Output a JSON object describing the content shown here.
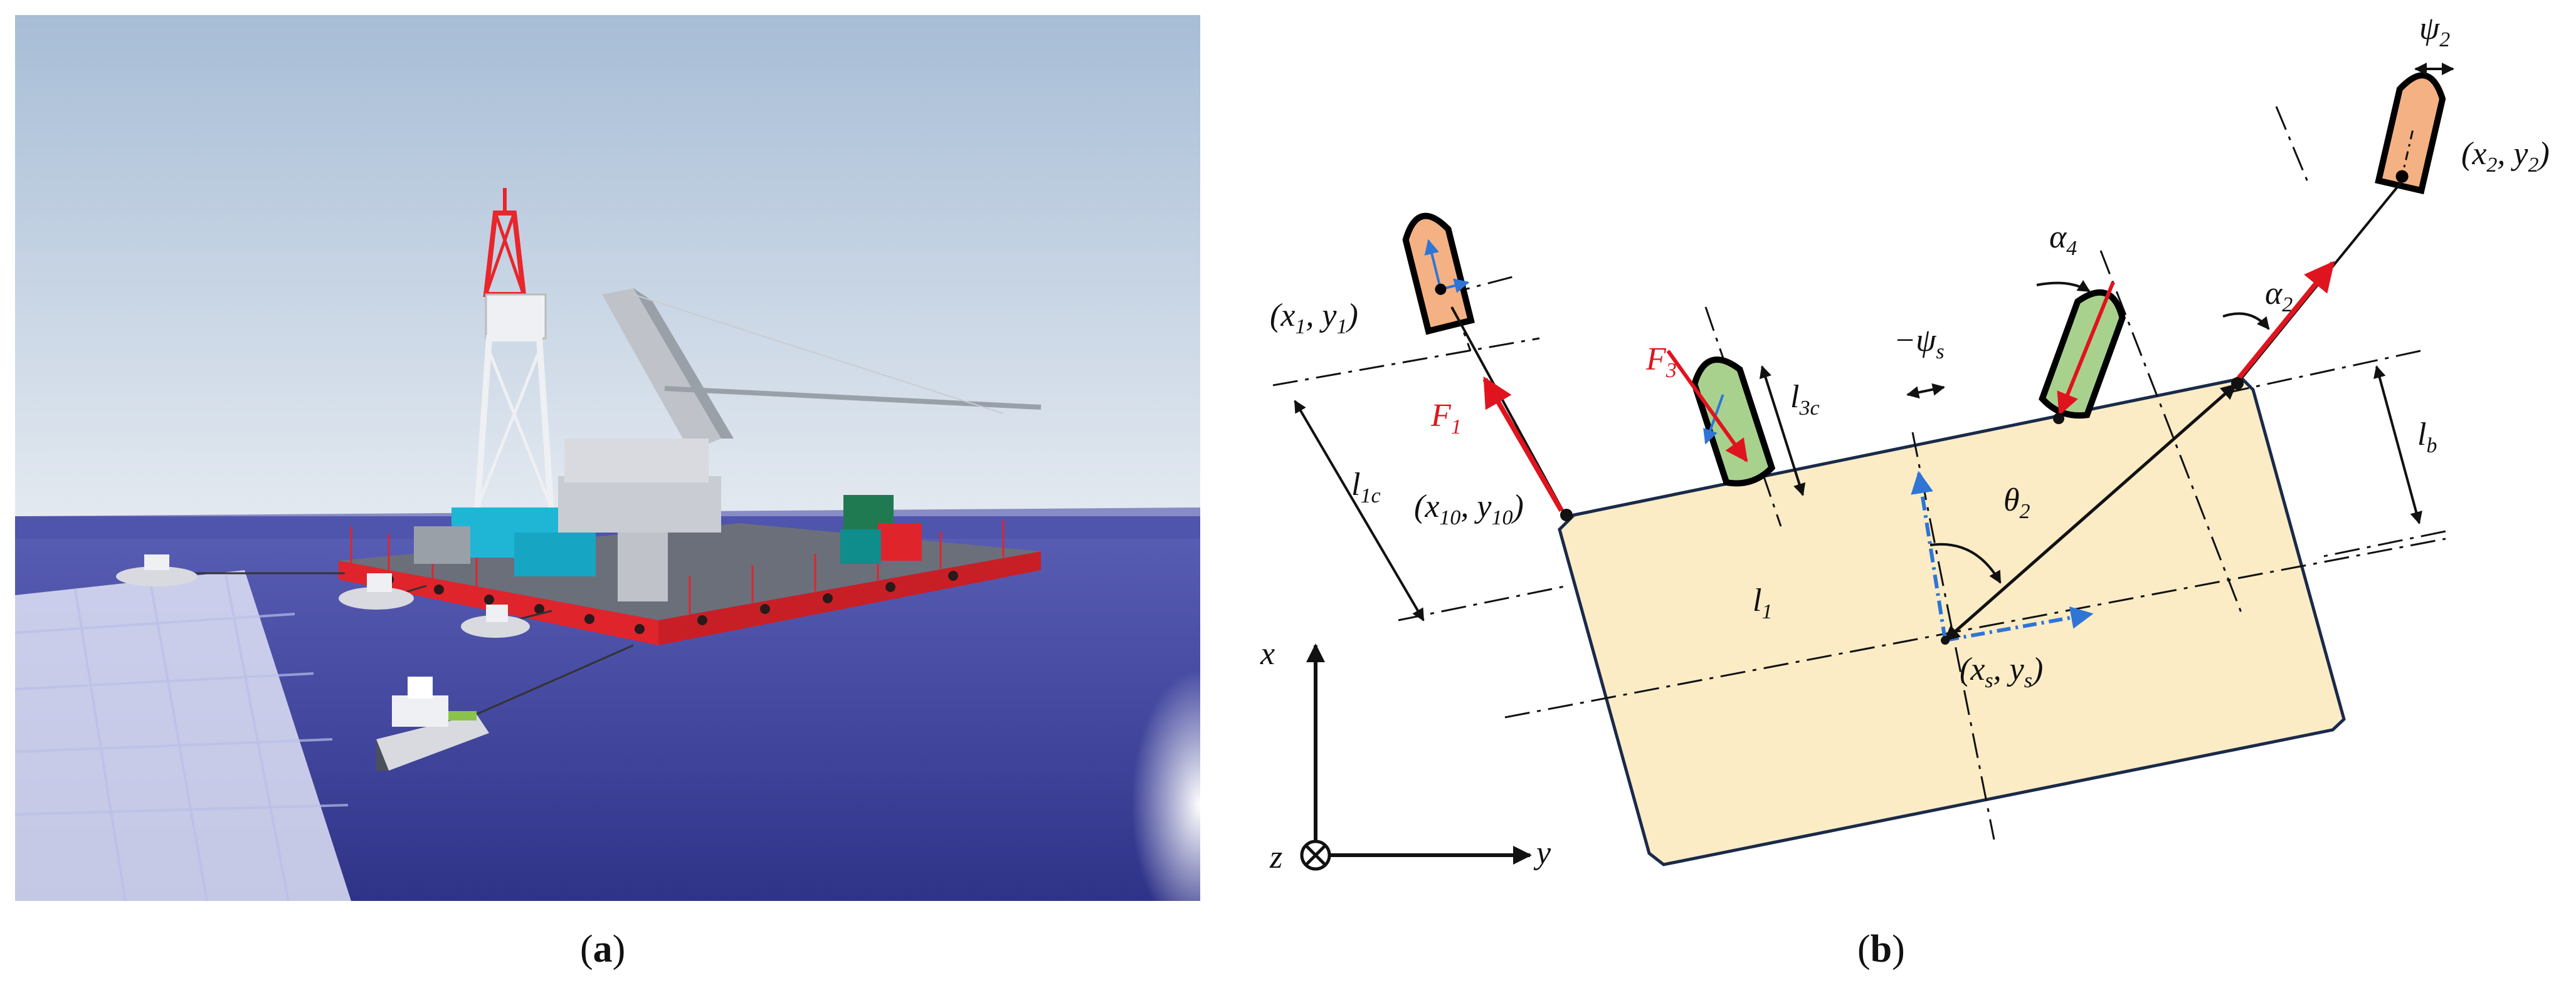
{
  "captions": {
    "a": {
      "open": "(",
      "letter": "a",
      "close": ")"
    },
    "b": {
      "open": "(",
      "letter": "b",
      "close": ")"
    }
  },
  "diagram": {
    "labels": {
      "tug1_pos": {
        "t1": "(x",
        "s1": "1",
        "t2": ", y",
        "s2": "1",
        "t3": ")"
      },
      "tug2_pos": {
        "t1": "(x",
        "s1": "2",
        "t2": ", y",
        "s2": "2",
        "t3": ")"
      },
      "attach1": {
        "t1": "(x",
        "s1": "10",
        "t2": ", y",
        "s2": "10",
        "t3": ")"
      },
      "center": {
        "t1": "(x",
        "s1": "s",
        "t2": ", y",
        "s2": "s",
        "t3": ")"
      },
      "force1": {
        "main": "F",
        "sub": "1"
      },
      "force3": {
        "main": "F",
        "sub": "3"
      },
      "l1c": {
        "main": "l",
        "sub": "1c"
      },
      "l3c": {
        "main": "l",
        "sub": "3c"
      },
      "lb": {
        "main": "l",
        "sub": "b"
      },
      "l1": {
        "main": "l",
        "sub": "1"
      },
      "alpha4": {
        "main": "α",
        "sub": "4"
      },
      "alpha2": {
        "main": "α",
        "sub": "2"
      },
      "theta2": {
        "main": "θ",
        "sub": "2"
      },
      "psi2": {
        "main": "ψ",
        "sub": "2"
      },
      "neg_psi_s": {
        "main": "−ψ",
        "sub": "s"
      },
      "axis_x": "x",
      "axis_y": "y",
      "axis_z": "z"
    },
    "colors": {
      "barge_fill": "#fbecc6",
      "barge_stroke": "#1a2a4a",
      "tug_orange": "#f4b183",
      "tug_green": "#a9d18e",
      "force_red": "#e0141e",
      "body_axis_blue": "#2e75d6"
    }
  },
  "scene": {
    "colors": {
      "sky_top": "#a7bdd6",
      "sky_bottom": "#dfe6ee",
      "sea": "#3b3f99",
      "hull_red": "#e0242c",
      "crane": "#bfc3c9",
      "module_cyan": "#1fb6d6",
      "derrick_red": "#e8262b",
      "container_green": "#1f7a52"
    }
  }
}
